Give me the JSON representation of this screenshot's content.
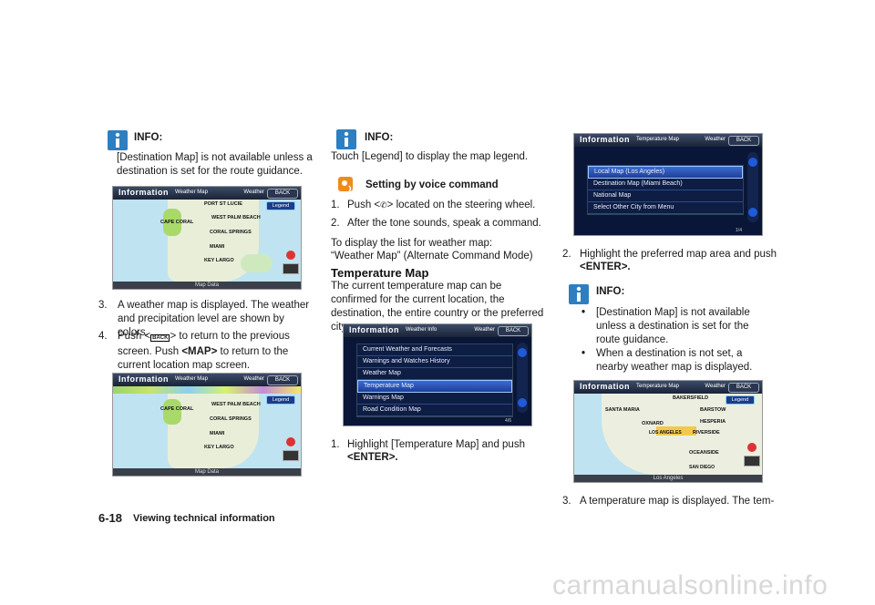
{
  "col1": {
    "info_label": "INFO:",
    "info_text": "[Destination Map] is not available unless a destination is set for the route guidance.",
    "step3_num": "3.",
    "step3_text": "A weather map is displayed. The weather and precipitation level are shown by colors.",
    "step4_num": "4.",
    "step4_push": "Push <",
    "step4_back": "BACK",
    "step4_rest1": "> to return to the previous",
    "step4_rest2": "screen. Push",
    "step4_map": "<MAP>",
    "step4_rest3": "to return to the",
    "step4_rest4": "current location map screen."
  },
  "col2": {
    "info_label": "INFO:",
    "info_text": "Touch [Legend] to display the map legend.",
    "voice_label": "Setting by voice command",
    "v1_num": "1.",
    "v1_a": "Push <",
    "v1_b": "> located on the steering wheel.",
    "v2_num": "2.",
    "v2_text": "After the tone sounds, speak a command.",
    "list_text1": "To display the list for weather map:",
    "list_text2": "“Weather Map” (Alternate Command Mode)",
    "heading": "Temperature Map",
    "para": "The current temperature map can be confirmed for the current location, the destination, the entire country or the preferred city.",
    "s1_num": "1.",
    "s1_text": "Highlight [Temperature Map] and push",
    "s1_enter": "<ENTER>."
  },
  "col3": {
    "s2_num": "2.",
    "s2_text": "Highlight the preferred map area and push",
    "s2_enter": "<ENTER>.",
    "info_label": "INFO:",
    "b1": "[Destination Map] is not available unless a destination is set for the route guidance.",
    "b2": "When a destination is not set, a nearby weather map is displayed.",
    "s3_num": "3.",
    "s3_text": "A temperature map is displayed. The tem-"
  },
  "footer": {
    "page": "6-18",
    "section": "Viewing technical information",
    "watermark": "carmanualsonline.info"
  },
  "screens": {
    "weather_map_1": {
      "title": "Information",
      "subtitle": "Weather Map",
      "right": "Weather",
      "back": "BACK",
      "legend": "Legend",
      "labels": [
        "PORT ST LUCIE",
        "WEST PALM BEACH",
        "CAPE CORAL",
        "CORAL SPRINGS",
        "MIAMI",
        "KEY LARGO"
      ],
      "bottom": "Map Data"
    },
    "weather_map_2": {
      "title": "Information",
      "subtitle": "Weather Map",
      "right": "Weather",
      "back": "BACK",
      "legend": "Legend",
      "labels": [
        "WEST PALM BEACH",
        "CAPE CORAL",
        "CORAL SPRINGS",
        "MIAMI",
        "KEY LARGO"
      ],
      "bottom": "Map Data"
    },
    "weather_info": {
      "title": "Information",
      "subtitle": "Weather Info",
      "right": "Weather",
      "back": "BACK",
      "items": [
        "Current Weather and Forecasts",
        "Warnings and Watches History",
        "Weather Map",
        "Temperature Map",
        "Warnings Map",
        "Road Condition Map"
      ],
      "selected": 3,
      "page": "4/6"
    },
    "temperature_menu": {
      "title": "Information",
      "subtitle": "Temperature Map",
      "right": "Weather",
      "back": "BACK",
      "items": [
        "Local Map (Los Angeles)",
        "Destination Map (Miami Beach)",
        "National Map",
        "Select Other City from Menu"
      ],
      "selected": 0,
      "page": "1/4"
    },
    "temperature_map": {
      "title": "Information",
      "subtitle": "Temperature Map",
      "right": "Weather",
      "back": "BACK",
      "legend": "Legend",
      "labels": [
        "BAKERSFIELD",
        "SANTA MARIA",
        "BARSTOW",
        "OXNARD",
        "HESPERIA",
        "LOS ANGELES",
        "RIVERSIDE",
        "OCEANSIDE",
        "SAN DIEGO"
      ],
      "bottom": "Los Angeles"
    }
  },
  "colors": {
    "info_blue": "#2d7fc1",
    "voice_orange": "#f08a1c",
    "menu_select": "#3d6bd1"
  }
}
